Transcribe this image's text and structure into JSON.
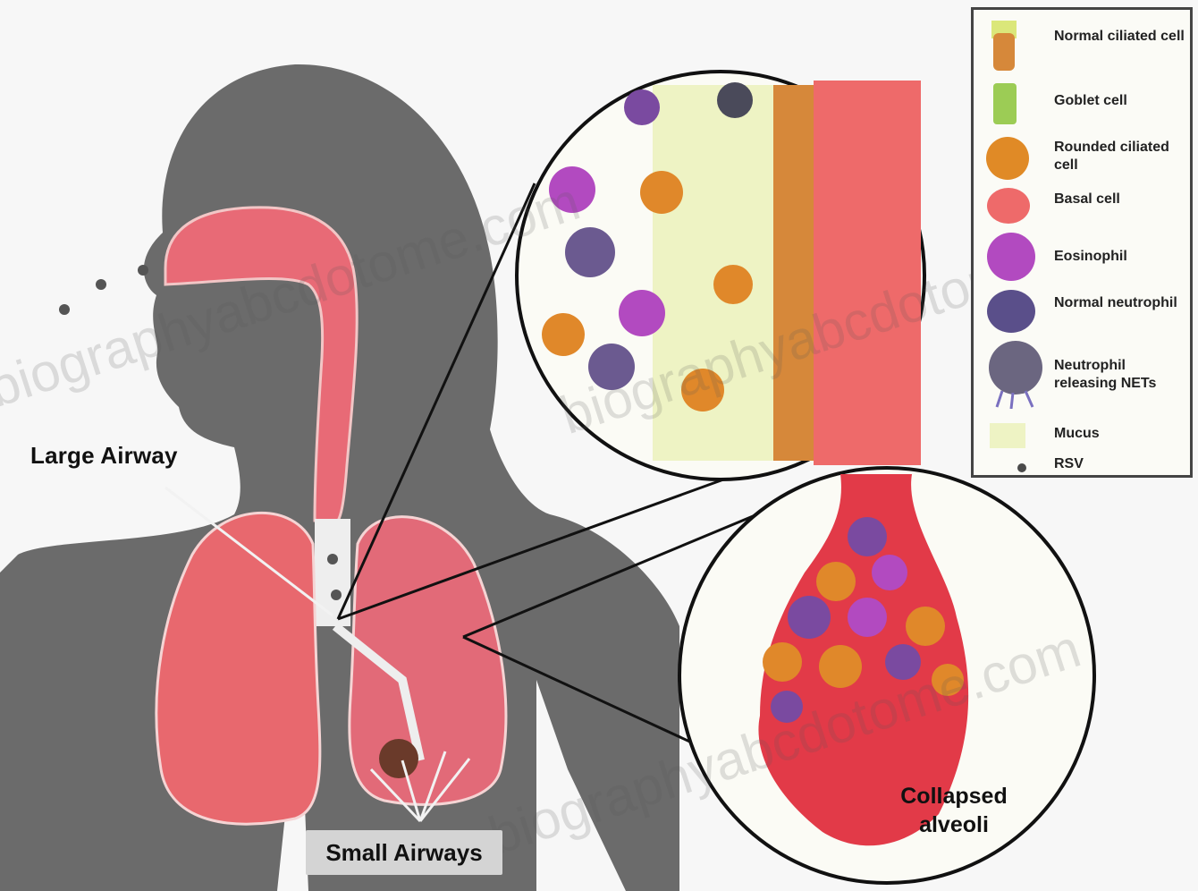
{
  "labels": {
    "large_airway": "Large Airway",
    "small_airways": "Small Airways",
    "collapsed_alveoli_line1": "Collapsed",
    "collapsed_alveoli_line2": "alveoli"
  },
  "legend": {
    "items": [
      {
        "label": "Normal ciliated cell",
        "icon": "normal-ciliated-cell",
        "color": "#d9883a"
      },
      {
        "label": "Goblet cell",
        "icon": "goblet-cell",
        "color": "#9ccc55"
      },
      {
        "label": "Rounded ciliated cell",
        "icon": "rounded-ciliated-cell",
        "color": "#e08a26"
      },
      {
        "label": "Basal cell",
        "icon": "basal-cell",
        "color": "#ee6a6a"
      },
      {
        "label": "Eosinophil",
        "icon": "eosinophil",
        "color": "#b24ac0"
      },
      {
        "label": "Normal neutrophil",
        "icon": "normal-neutrophil",
        "color": "#5a4f8a"
      },
      {
        "label": "Neutrophil releasing NETs",
        "icon": "neutrophil-releasing-nets",
        "color": "#6b6680"
      },
      {
        "label": "Mucus",
        "icon": "mucus",
        "color": "#eef3c4"
      },
      {
        "label": "RSV",
        "icon": "rsv-particle",
        "color": "#4a4a4a"
      }
    ]
  },
  "watermark": "biographyabcdotome.com",
  "colors": {
    "silhouette": "#6b6b6b",
    "lung": "#e8686e",
    "airway": "#e05a66",
    "alveoli": "#e23a48"
  }
}
